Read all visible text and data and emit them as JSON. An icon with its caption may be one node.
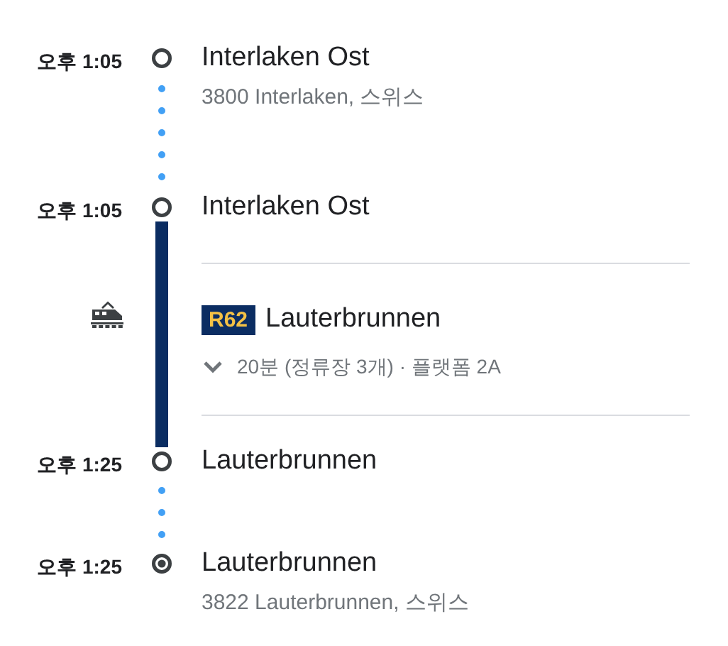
{
  "diagram": {
    "nodes": [
      {
        "text": [
          "Interlaken Ost"
        ],
        "beside": [
          "오후 1:05",
          "3800 Interlaken, 스위스"
        ]
      },
      {
        "text": [
          "Interlaken Ost"
        ],
        "beside": [
          "오후 1:05"
        ]
      },
      {
        "text": [
          "R62"
        ],
        "beside": [
          "Lauterbrunnen"
        ]
      },
      {
        "text": [
          "Lauterbrunnen"
        ],
        "beside": [
          "오후 1:25"
        ]
      },
      {
        "text": [
          "Lauterbrunnen"
        ],
        "beside": [
          "오후 1:25",
          "3822 Lauterbrunnen, 스위스"
        ]
      }
    ],
    "edges": [
      {
        "from": 0,
        "to": 1,
        "arrow": "none",
        "style": "dashed"
      },
      {
        "from": 1,
        "to": 3,
        "arrow": "none",
        "style": "thick",
        "color": "#0b2d62"
      },
      {
        "from": 3,
        "to": 4,
        "arrow": "none",
        "style": "dashed"
      }
    ],
    "labels": [
      "20분 (정류장 3개) · 플랫폼 2A"
    ]
  }
}
